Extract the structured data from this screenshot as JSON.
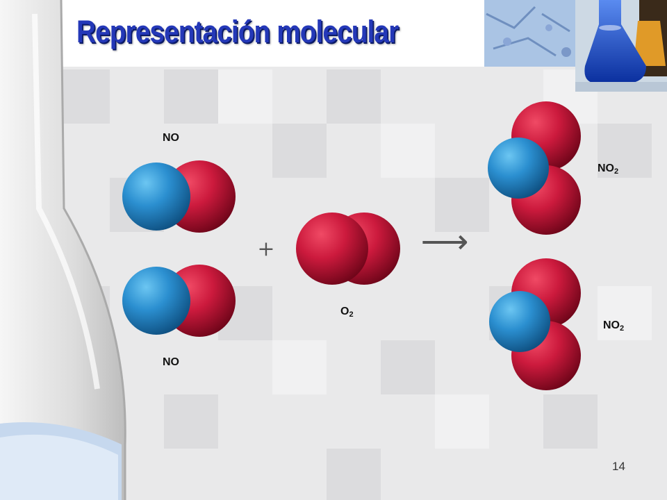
{
  "slide": {
    "title": "Representación molecular",
    "page_number": "14"
  },
  "labels": {
    "no_top": "NO",
    "no_bottom": "NO",
    "o2_base": "O",
    "o2_sub": "2",
    "no2_top_base": "NO",
    "no2_top_sub": "2",
    "no2_bottom_base": "NO",
    "no2_bottom_sub": "2"
  },
  "equation": {
    "plus": "+",
    "arrow": "⟶"
  },
  "colors": {
    "nitrogen": "#2a8fd0",
    "oxygen": "#c8163a",
    "title": "#2438b8"
  }
}
